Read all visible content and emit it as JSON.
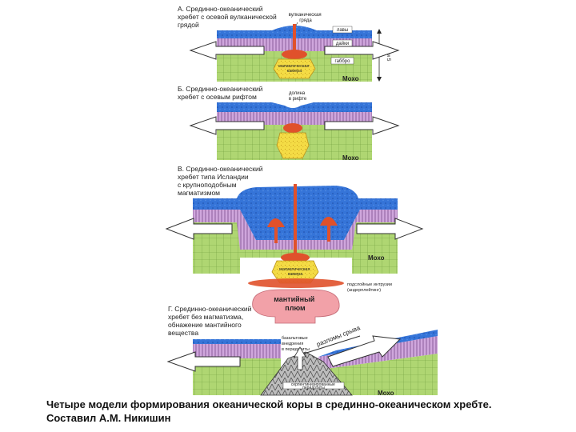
{
  "panels": {
    "a": {
      "title": [
        "А. Срединно-океанический",
        "хребет с осевой вулканической",
        "грядой"
      ],
      "ridge_label": [
        "вулканическая",
        "гряда"
      ],
      "layer_labels": [
        "лавы",
        "дайки",
        "габбро"
      ],
      "chamber_label": [
        "магматическая",
        "камера"
      ],
      "moho": "Мохо",
      "thickness": "км 5"
    },
    "b": {
      "title": [
        "Б. Срединно-океанический",
        "хребет с осевым рифтом"
      ],
      "rift_label": [
        "долина",
        "в рифте"
      ],
      "moho": "Мохо"
    },
    "c": {
      "title": [
        "В. Срединно-океанический",
        "хребет типа Исландии",
        "с крупноподобным",
        "магматизмом"
      ],
      "chamber_label": [
        "магматическая",
        "камера"
      ],
      "moho": "Мохо",
      "plume_label": [
        "мантийный",
        "плюм"
      ],
      "underplating_label": [
        "подслойные интрузии",
        "(андерплейтинг)"
      ]
    },
    "d": {
      "title": [
        "Г. Срединно-океанический",
        "хребет без магматизма,",
        "обнажение мантийного",
        "вещества"
      ],
      "fault_label": "разломы срыва",
      "left_label": [
        "базальтовые",
        "внедрения",
        "в перидотиты"
      ],
      "bottom_label": [
        "серпентинизированные",
        "перидотиты"
      ],
      "moho": "Мохо"
    }
  },
  "caption": {
    "line1": "Четыре модели формирования океанической коры в срединно-океаническом хребте.",
    "line2": "Составил А.М. Никишин"
  },
  "colors": {
    "lava": "#2e6fd6",
    "dikes": "#c9a0d6",
    "gabbro": "#a9d36a",
    "magma": "#f4dc45",
    "melt": "#e0512b",
    "plume": "#f2a1a8",
    "mantle": "#8a8a8a"
  }
}
